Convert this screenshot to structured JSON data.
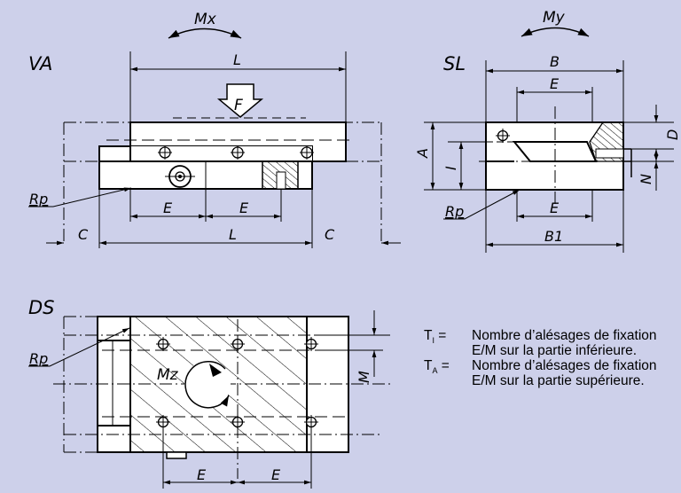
{
  "views": {
    "va": "VA",
    "sl": "SL",
    "ds": "DS"
  },
  "moments": {
    "mx": "Mx",
    "my": "My",
    "mz": "Mz"
  },
  "force": "F",
  "dims": {
    "l_top": "L",
    "l_bottom": "L",
    "c_left": "C",
    "c_right": "C",
    "e_va_1": "E",
    "e_va_2": "E",
    "b": "B",
    "b1": "B1",
    "e_sl_top": "E",
    "e_sl_bottom": "E",
    "a": "A",
    "i": "I",
    "d": "D",
    "n": "N",
    "m": "M",
    "e_ds_1": "E",
    "e_ds_2": "E",
    "rp_va": "Rp",
    "rp_sl": "Rp",
    "rp_ds": "Rp"
  },
  "legend": {
    "ti_main": "T",
    "ti_sub": "I",
    "ti_eq": "=",
    "ti_text": "Nombre d’alésages de fixation E/M sur la partie inférieure.",
    "ta_main": "T",
    "ta_sub": "A",
    "ta_eq": "=",
    "ta_text": "Nombre d’alésages de fixation E/M sur la partie supérieure."
  },
  "colors": {
    "background": "#cdd0ea",
    "line": "#000000",
    "part_fill": "#ffffff"
  }
}
